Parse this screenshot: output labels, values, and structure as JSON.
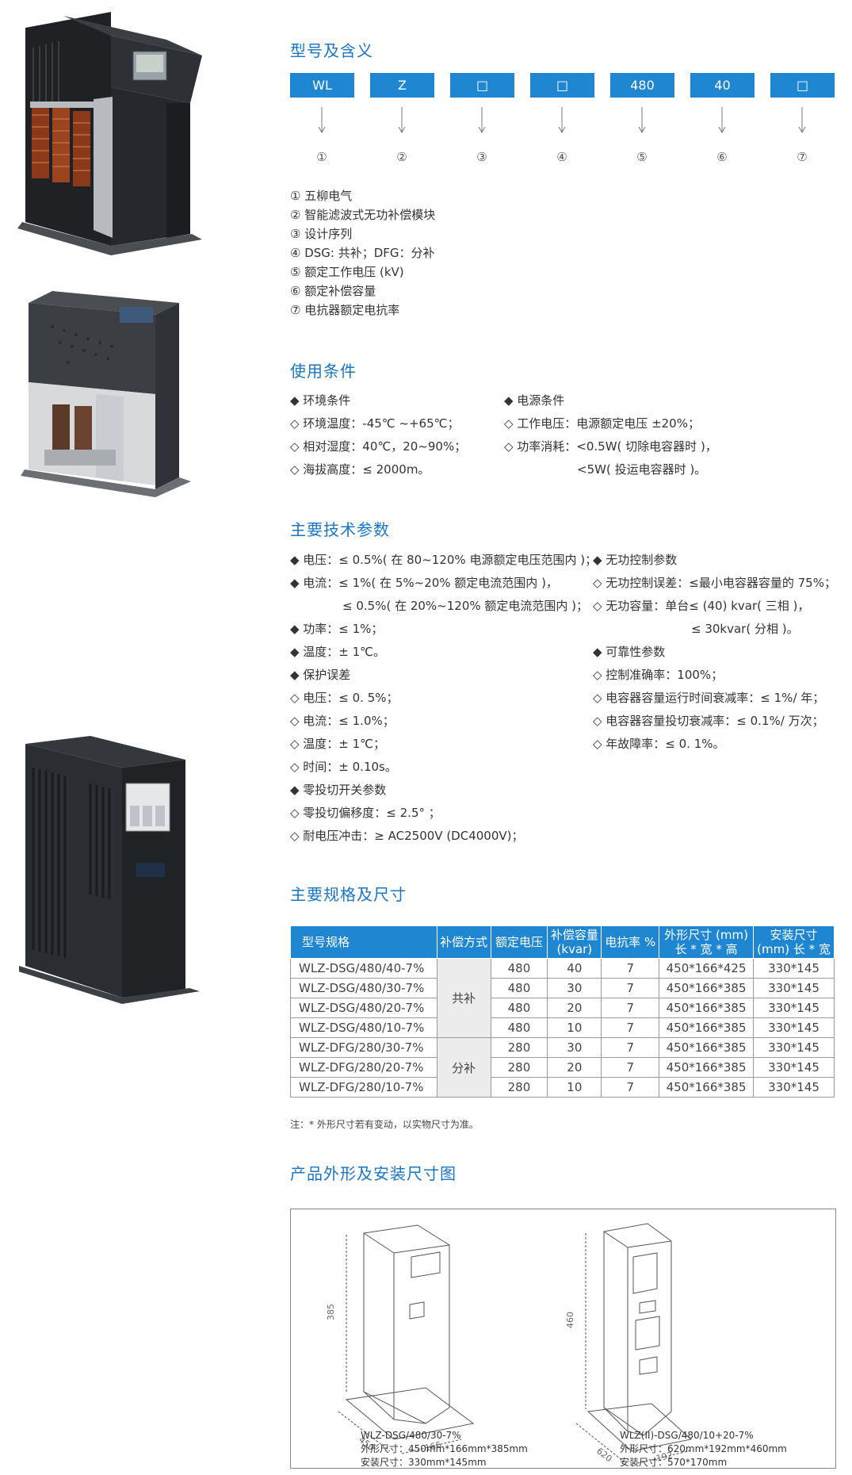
{
  "sections": {
    "model": "型号及含义",
    "conditions": "使用条件",
    "params": "主要技术参数",
    "specs": "主要规格及尺寸",
    "drawing": "产品外形及安装尺寸图"
  },
  "model_boxes": [
    "WL",
    "Z",
    "□",
    "□",
    "480",
    "40",
    "□"
  ],
  "model_numbers": [
    "①",
    "②",
    "③",
    "④",
    "⑤",
    "⑥",
    "⑦"
  ],
  "model_legend": [
    "① 五柳电气",
    "② 智能滤波式无功补偿模块",
    "③ 设计序列",
    "④ DSG: 共补；DFG：分补",
    "⑤ 额定工作电压 (kV)",
    "⑥ 额定补偿容量",
    "⑦ 电抗器额定电抗率"
  ],
  "conditions": {
    "left": [
      "◆ 环境条件",
      "◇ 环境温度：-45℃ ~+65℃；",
      "◇ 相对湿度：40℃，20~90%；",
      "◇ 海拔高度：≤ 2000m。"
    ],
    "right": [
      "◆ 电源条件",
      "◇ 工作电压：电源额定电压 ±20%；",
      "◇ 功率消耗：<0.5W( 切除电容器时 )，",
      "<5W( 投运电容器时 )。"
    ]
  },
  "params": {
    "left": [
      "◆ 电压：≤ 0.5%( 在 80~120% 电源额定电压范围内 )；",
      "◆ 电流：≤ 1%( 在 5%~20% 额定电流范围内 )，",
      "≤ 0.5%( 在 20%~120% 额定电流范围内 )；",
      "◆ 功率：≤ 1%；",
      "◆ 温度：± 1℃。",
      "◆ 保护误差",
      "◇ 电压：≤ 0. 5%；",
      "◇ 电流：≤ 1.0%；",
      "◇ 温度：± 1℃；",
      "◇ 时间：± 0.10s。",
      "◆ 零投切开关参数",
      "◇ 零投切偏移度：≤ 2.5° ；",
      "◇ 耐电压冲击：≥ AC2500V (DC4000V)；"
    ],
    "right": [
      "◆ 无功控制参数",
      "◇ 无功控制误差：≤最小电容器容量的 75%；",
      "◇ 无功容量：单台≤ (40) kvar( 三相 )，",
      "≤ 30kvar( 分相 )。",
      "◆ 可靠性参数",
      "◇ 控制准确率：100%；",
      "◇ 电容器容量运行时间衰减率：≤ 1%/ 年；",
      "◇ 电容器容量投切衰减率：≤ 0.1%/ 万次；",
      "◇ 年故障率：≤ 0. 1%。"
    ]
  },
  "table": {
    "headers": {
      "model": "型号规格",
      "mode": "补偿方式",
      "voltage": "额定电压",
      "capacity_1": "补偿容量",
      "capacity_2": "(kvar)",
      "reactance": "电抗率 %",
      "outer_1": "外形尺寸 (mm)",
      "outer_2": "长 * 宽 * 高",
      "install_1": "安装尺寸",
      "install_2": "(mm) 长 * 宽"
    },
    "groups": [
      "共补",
      "分补"
    ],
    "rows": [
      {
        "model": "WLZ-DSG/480/40-7%",
        "voltage": "480",
        "capacity": "40",
        "reactance": "7",
        "outer": "450*166*425",
        "install": "330*145"
      },
      {
        "model": "WLZ-DSG/480/30-7%",
        "voltage": "480",
        "capacity": "30",
        "reactance": "7",
        "outer": "450*166*385",
        "install": "330*145"
      },
      {
        "model": "WLZ-DSG/480/20-7%",
        "voltage": "480",
        "capacity": "20",
        "reactance": "7",
        "outer": "450*166*385",
        "install": "330*145"
      },
      {
        "model": "WLZ-DSG/480/10-7%",
        "voltage": "480",
        "capacity": "10",
        "reactance": "7",
        "outer": "450*166*385",
        "install": "330*145"
      },
      {
        "model": "WLZ-DFG/280/30-7%",
        "voltage": "280",
        "capacity": "30",
        "reactance": "7",
        "outer": "450*166*385",
        "install": "330*145"
      },
      {
        "model": "WLZ-DFG/280/20-7%",
        "voltage": "280",
        "capacity": "20",
        "reactance": "7",
        "outer": "450*166*385",
        "install": "330*145"
      },
      {
        "model": "WLZ-DFG/280/10-7%",
        "voltage": "280",
        "capacity": "10",
        "reactance": "7",
        "outer": "450*166*385",
        "install": "330*145"
      }
    ]
  },
  "note": "注：* 外形尺寸若有变动，以实物尺寸为准。",
  "drawing": {
    "left": {
      "model": "WLZ-DSG/480/30-7%",
      "outer": "外形尺寸：450mm*166mm*385mm",
      "install": "安装尺寸：330mm*145mm",
      "dim_h": "385",
      "dim_l": "450",
      "dim_w": "166"
    },
    "right": {
      "model": "WLZ(II)-DSG/480/10+20-7%",
      "outer": "外形尺寸：620mm*192mm*460mm",
      "install": "安装尺寸：570*170mm",
      "dim_h": "460",
      "dim_l": "620",
      "dim_w": "192"
    }
  },
  "colors": {
    "accent": "#1f86d2",
    "title": "#1976c6",
    "cabinet": "#2b2e33"
  }
}
